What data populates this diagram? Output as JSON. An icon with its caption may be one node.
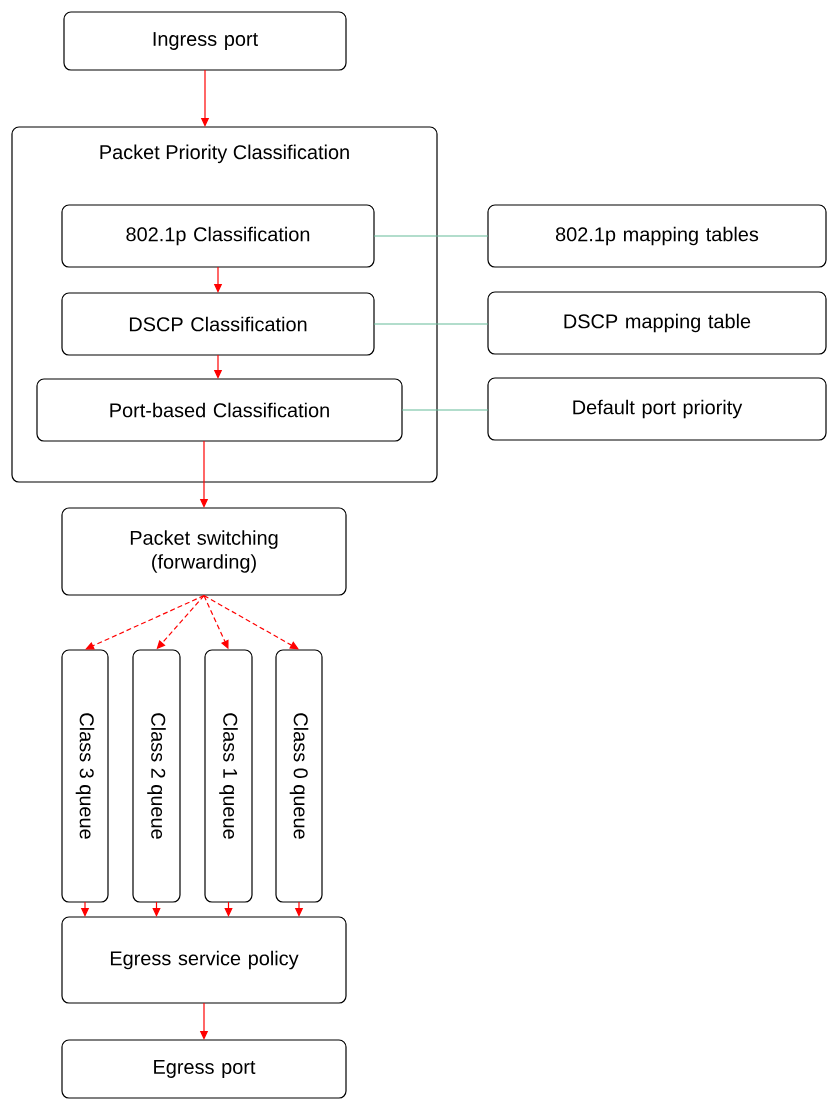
{
  "diagram": {
    "nodes": [
      {
        "text": [
          "Ingress port"
        ]
      },
      {
        "text": [
          "Packet Priority Classification"
        ]
      },
      {
        "text": [
          "802.1p Classification"
        ],
        "in": 1
      },
      {
        "text": [
          "DSCP Classification"
        ],
        "in": 1
      },
      {
        "text": [
          "Port-based Classification"
        ],
        "in": 1
      },
      {
        "text": [
          "802.1p mapping tables"
        ]
      },
      {
        "text": [
          "DSCP mapping table"
        ]
      },
      {
        "text": [
          "Default port priority"
        ]
      },
      {
        "text": [
          "Packet switching (forwarding)"
        ]
      },
      {
        "text": [
          "Class 3 queue"
        ]
      },
      {
        "text": [
          "Class 2 queue"
        ]
      },
      {
        "text": [
          "Class 1 queue"
        ]
      },
      {
        "text": [
          "Class 0 queue"
        ]
      },
      {
        "text": [
          "Egress service policy"
        ]
      },
      {
        "text": [
          "Egress port"
        ]
      }
    ],
    "edges": [
      {
        "from": 0,
        "to": 1,
        "arrow": "to"
      },
      {
        "from": 2,
        "to": 3,
        "arrow": "to"
      },
      {
        "from": 3,
        "to": 4,
        "arrow": "to"
      },
      {
        "from": 2,
        "to": 5,
        "arrow": "none",
        "color": "#66bb99"
      },
      {
        "from": 3,
        "to": 6,
        "arrow": "none",
        "color": "#66bb99"
      },
      {
        "from": 4,
        "to": 7,
        "arrow": "none",
        "color": "#66bb99"
      },
      {
        "from": 4,
        "to": 8,
        "arrow": "to"
      },
      {
        "from": 8,
        "to": 9,
        "arrow": "to",
        "style": "dashed"
      },
      {
        "from": 8,
        "to": 10,
        "arrow": "to",
        "style": "dashed"
      },
      {
        "from": 8,
        "to": 11,
        "arrow": "to",
        "style": "dashed"
      },
      {
        "from": 8,
        "to": 12,
        "arrow": "to",
        "style": "dashed"
      },
      {
        "from": 9,
        "to": 13,
        "arrow": "to"
      },
      {
        "from": 10,
        "to": 13,
        "arrow": "to"
      },
      {
        "from": 11,
        "to": 13,
        "arrow": "to"
      },
      {
        "from": 12,
        "to": 13,
        "arrow": "to"
      },
      {
        "from": 13,
        "to": 14,
        "arrow": "to"
      }
    ]
  }
}
